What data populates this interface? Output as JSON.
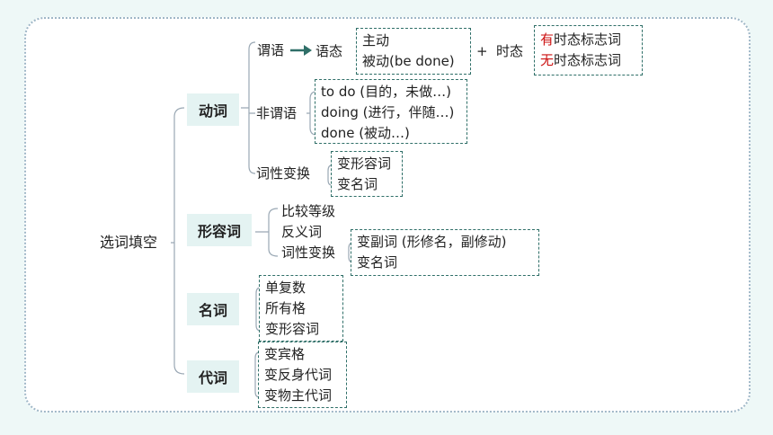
{
  "root": "选词填空",
  "categories": {
    "verb": "动词",
    "adjective": "形容词",
    "noun": "名词",
    "pronoun": "代词"
  },
  "verb": {
    "predicate": "谓语",
    "voice": "语态",
    "voice_items": [
      "主动",
      "被动(be done)"
    ],
    "plus": "+",
    "tense": "时态",
    "tense_items": [
      {
        "mark": "有",
        "rest": "时态标志词"
      },
      {
        "mark": "无",
        "rest": "时态标志词"
      }
    ],
    "non_predicate": "非谓语",
    "non_predicate_items": [
      "to do (目的，未做…)",
      "doing (进行，伴随…)",
      "done (被动…)"
    ],
    "pos_change": "词性变换",
    "pos_change_items": [
      "变形容词",
      "变名词"
    ]
  },
  "adjective": {
    "items": [
      "比较等级",
      "反义词"
    ],
    "pos_change": "词性变换",
    "pos_change_items": [
      "变副词 (形修名，副修动)",
      "变名词"
    ]
  },
  "noun": {
    "items": [
      "单复数",
      "所有格",
      "变形容词"
    ]
  },
  "pronoun": {
    "items": [
      "变宾格",
      "变反身代词",
      "变物主代词"
    ]
  },
  "colors": {
    "accent": "#2f6f68",
    "marker": "#cc1111",
    "category_bg": "#e4f3f2",
    "border": "#9fb7c7"
  }
}
